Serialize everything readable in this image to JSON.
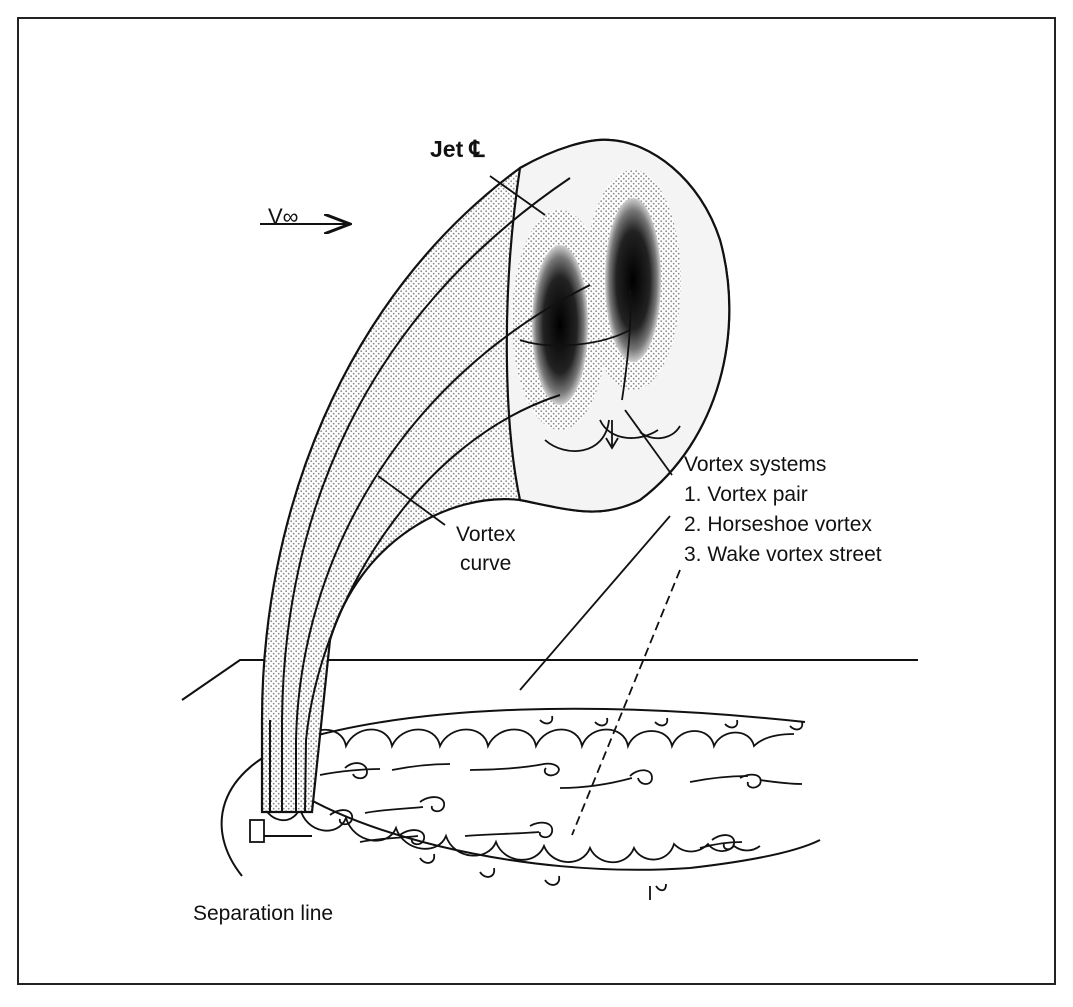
{
  "labels": {
    "jet_centerline": "Jet ℄",
    "freestream": "V∞",
    "vortex_curve_line1": "Vortex",
    "vortex_curve_line2": "curve",
    "vortex_systems_title": "Vortex systems",
    "vortex_systems_items": [
      "1. Vortex pair",
      "2. Horseshoe vortex",
      "3. Wake vortex street"
    ],
    "separation_line": "Separation line"
  },
  "colors": {
    "ink": "#111111",
    "frame": "#222222",
    "stipple": "#9a9a9a",
    "core_dark": "#1a1a1a"
  }
}
